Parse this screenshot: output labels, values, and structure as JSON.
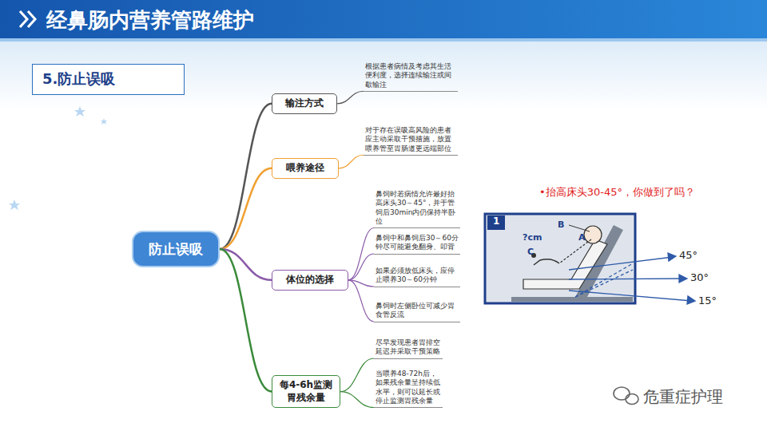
{
  "diagram": {
    "title": "经鼻肠内营养管路维护",
    "nodes": [
      {
        "text": [
          "5.防止误吸"
        ]
      },
      {
        "text": [
          "防止误吸"
        ]
      },
      {
        "text": [
          "输注方式"
        ]
      },
      {
        "text": [
          "根据患者病情及考虑其生活便利度，选择连续输注或间歇输注"
        ]
      },
      {
        "text": [
          "喂养途径"
        ]
      },
      {
        "text": [
          "对于存在误吸高风险的患者应主动采取干预措施，放置喂养管至胃肠道更远端部位"
        ]
      },
      {
        "text": [
          "体位的选择"
        ]
      },
      {
        "text": [
          "鼻饲时若病情允许最好抬高床头30～45°，并于管饲后30min内仍保持半卧位"
        ]
      },
      {
        "text": [
          "鼻饲中和鼻饲后30～60分钟尽可能避免翻身、叩背"
        ]
      },
      {
        "text": [
          "如果必须放低床头，应停止喂养30～60分钟"
        ]
      },
      {
        "text": [
          "鼻饲时左侧卧位可减少胃食管反流"
        ]
      },
      {
        "text": [
          "每4-6h监测胃残余量"
        ]
      },
      {
        "text": [
          "尽早发现患者胃排空延迟并采取干预策略"
        ]
      },
      {
        "text": [
          "当喂养48-72h后，如果残余量呈持续低水平，则可以延长或停止监测胃残余量"
        ]
      }
    ],
    "edges": [
      {
        "from": 1,
        "to": 2,
        "arrow": "none"
      },
      {
        "from": 1,
        "to": 4,
        "arrow": "none"
      },
      {
        "from": 1,
        "to": 6,
        "arrow": "none"
      },
      {
        "from": 1,
        "to": 11,
        "arrow": "none"
      },
      {
        "from": 2,
        "to": 3,
        "arrow": "none"
      },
      {
        "from": 4,
        "to": 5,
        "arrow": "none"
      },
      {
        "from": 6,
        "to": 7,
        "arrow": "none"
      },
      {
        "from": 6,
        "to": 8,
        "arrow": "none"
      },
      {
        "from": 6,
        "to": 9,
        "arrow": "none"
      },
      {
        "from": 6,
        "to": 10,
        "arrow": "none"
      },
      {
        "from": 11,
        "to": 12,
        "arrow": "none"
      },
      {
        "from": 11,
        "to": 13,
        "arrow": "none"
      }
    ],
    "labels": [
      "•抬高床头30-45°，你做到了吗？",
      "1",
      "B",
      "A",
      "?cm",
      "C",
      "45°",
      "30°",
      "15°",
      "危重症护理"
    ]
  }
}
